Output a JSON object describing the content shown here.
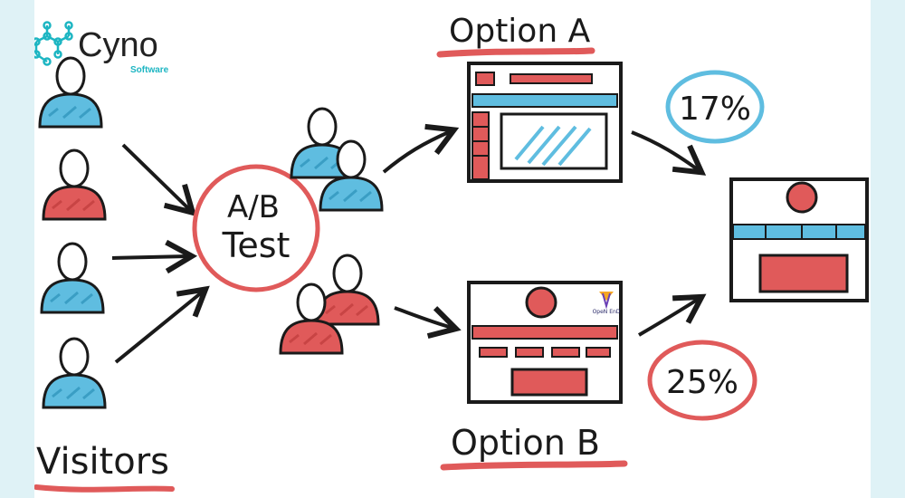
{
  "logo": {
    "name": "Cyno",
    "tagline": "Software",
    "color": "#1cb5c2"
  },
  "labels": {
    "visitors": "Visitors",
    "test_line1": "A/B",
    "test_line2": "Test",
    "option_a": "Option A",
    "option_b": "Option B",
    "rate_a": "17%",
    "rate_b": "25%",
    "badge": "OpeN EnD"
  },
  "colors": {
    "red": "#e05a5a",
    "blue": "#5fbde0",
    "ink": "#1a1a1a",
    "page_bg": "#dff2f6"
  }
}
